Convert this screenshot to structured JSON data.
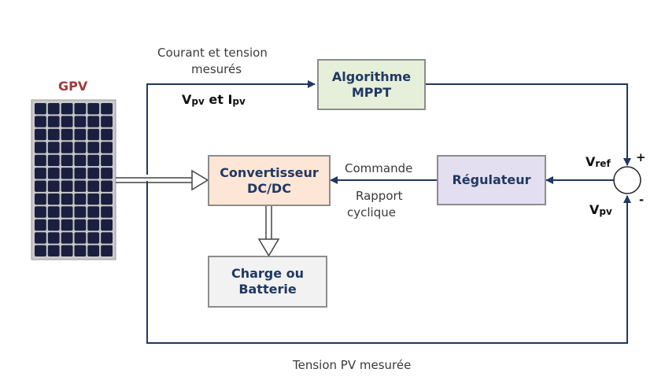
{
  "panel": {
    "title": "GPV"
  },
  "labels": {
    "measured_1": "Courant et tension",
    "measured_2": "mesurés",
    "vpv_ipv": {
      "v": "V",
      "v_sub": "pv",
      "et": " et ",
      "i": "I",
      "i_sub": "pv"
    },
    "commande": "Commande",
    "rapport_1": "Rapport",
    "rapport_2": "cyclique",
    "tension_pv": "Tension PV mesurée",
    "vref": {
      "v": "V",
      "sub": "ref"
    },
    "vpv": {
      "v": "V",
      "sub": "pv"
    },
    "plus": "+",
    "minus": "-"
  },
  "blocks": {
    "mppt": {
      "line1": "Algorithme",
      "line2": "MPPT",
      "fill": "#e6efd9"
    },
    "converter": {
      "line1": "Convertisseur",
      "line2": "DC/DC",
      "fill": "#fde6d6"
    },
    "regulator": {
      "line1": "Régulateur",
      "fill": "#e4dff0"
    },
    "load": {
      "line1": "Charge ou",
      "line2": "Batterie",
      "fill": "#f2f2f2"
    }
  },
  "colors": {
    "wire": "#1f3864",
    "power_arrow": "#444444",
    "panel_cell": "#1a1f3f",
    "panel_frame": "#c9c9c9"
  }
}
